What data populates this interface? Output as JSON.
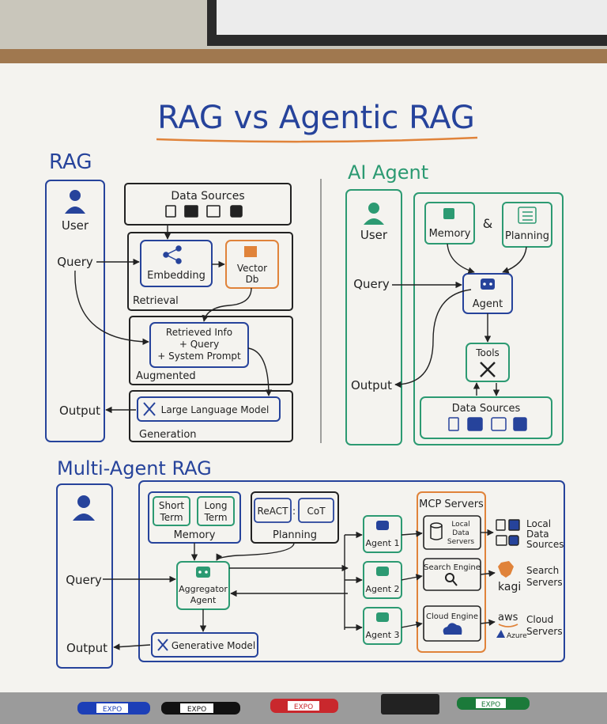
{
  "title": "RAG vs Agentic RAG",
  "rag": {
    "heading": "RAG",
    "user": "User",
    "query": "Query",
    "output": "Output",
    "data_sources": "Data Sources",
    "embedding": "Embedding",
    "vector_db": [
      "Vector",
      "Db"
    ],
    "retrieval": "Retrieval",
    "retrieved_info": [
      "Retrieved Info",
      "+ Query",
      "+ System Prompt"
    ],
    "augmented": "Augmented",
    "llm": "Large Language Model",
    "generation": "Generation"
  },
  "agent": {
    "heading": "AI Agent",
    "user": "User",
    "query": "Query",
    "output": "Output",
    "memory": "Memory",
    "ampersand": "&",
    "planning": "Planning",
    "agent": "Agent",
    "tools": "Tools",
    "data_sources": "Data Sources"
  },
  "multi": {
    "heading": "Multi-Agent RAG",
    "query": "Query",
    "output": "Output",
    "short_term": [
      "Short",
      "Term"
    ],
    "long_term": [
      "Long",
      "Term"
    ],
    "memory": "Memory",
    "react": "ReACT",
    "cot": "CoT",
    "planning": "Planning",
    "aggregator": [
      "Aggregator",
      "Agent"
    ],
    "generative_model": "Generative Model",
    "agents": [
      "Agent 1",
      "Agent 2",
      "Agent 3"
    ],
    "mcp_title": "MCP Servers",
    "local_data_servers": [
      "Local",
      "Data",
      "Servers"
    ],
    "search_engine": "Search Engine",
    "cloud_engine": "Cloud Engine",
    "local_sources": [
      "Local",
      "Data",
      "Sources"
    ],
    "search_servers": [
      "Search",
      "Servers"
    ],
    "cloud_servers": [
      "Cloud",
      "Servers"
    ],
    "kagi": "kagi",
    "aws": "aws",
    "azure": "Azure"
  },
  "markers": [
    "EXPO",
    "EXPO",
    "EXPO",
    "EXPO"
  ],
  "colors": {
    "blue": "#26439b",
    "green": "#2c9a72",
    "orange": "#e0833a",
    "ink": "#222222"
  }
}
